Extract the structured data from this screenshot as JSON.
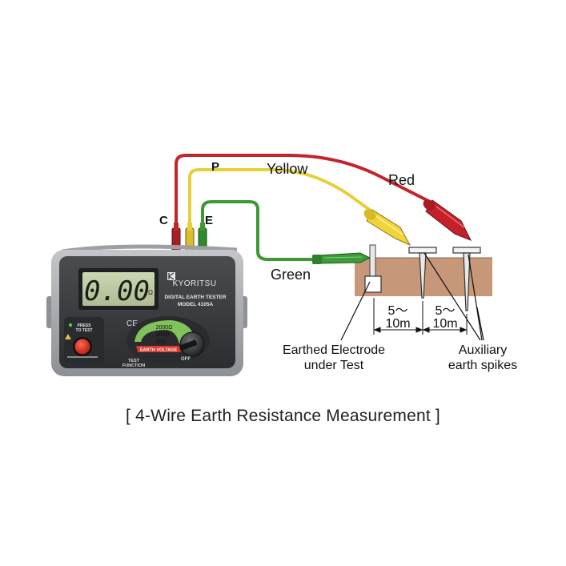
{
  "meter": {
    "display_value": "0.00",
    "display_unit": "Ω",
    "brand": "KYORITSU",
    "model_line1": "DIGITAL EARTH TESTER",
    "model_line2": "MODEL 4105A",
    "ce_mark": "CE",
    "press_label_1": "PRESS",
    "press_label_2": "TO TEST",
    "ranges": [
      "2000Ω",
      "200Ω",
      "20Ω"
    ],
    "earth_voltage_label": "EARTH VOLTAGE",
    "off_label": "OFF",
    "test_label": "TEST",
    "function_label": "FUNCTION",
    "colors": {
      "body": "#3a3c3f",
      "bezel": "#a9acaf",
      "lcd": "#bcc9a2",
      "button": "#e2301f"
    }
  },
  "terminals": {
    "c": "C",
    "p": "P",
    "e": "E"
  },
  "leads": {
    "yellow": "Yellow",
    "red": "Red",
    "green": "Green",
    "colors": {
      "red": "#c0262b",
      "yellow": "#e7cf3c",
      "green": "#3b9a36"
    }
  },
  "distances": {
    "d1_top": "5～",
    "d1_bottom": "10m",
    "d2_top": "5～",
    "d2_bottom": "10m"
  },
  "labels": {
    "electrode_line1": "Earthed Electrode",
    "electrode_line2": "under Test",
    "spikes_line1": "Auxiliary",
    "spikes_line2": "earth spikes"
  },
  "caption": "[ 4-Wire Earth Resistance Measurement ]",
  "ground_color": "#c7977a"
}
